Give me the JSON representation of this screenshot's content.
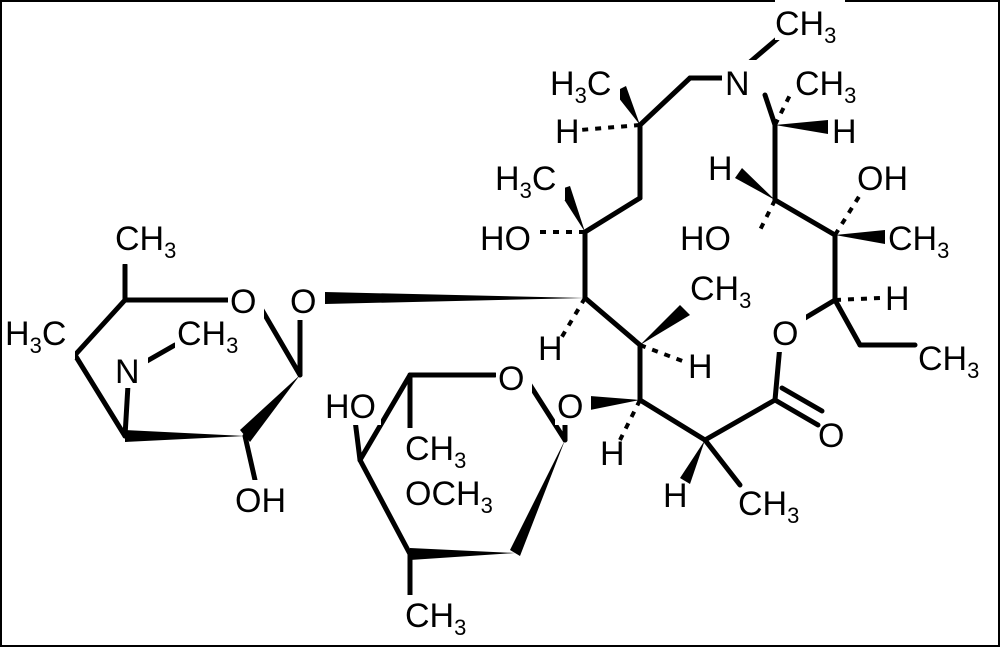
{
  "labels": {
    "ch3_top": [
      "CH",
      "3"
    ],
    "n_ring": "N",
    "ch3_n_right": [
      "CH",
      "3"
    ],
    "h3c_top_left": [
      "H",
      "3",
      "C"
    ],
    "h_top_left": "H",
    "h_top_right": "H",
    "h3c_mid": [
      "H",
      "3",
      "C"
    ],
    "ho_mid": "HO",
    "h_right_upper": "H",
    "oh_right": "OH",
    "ho_right": "HO",
    "ch3_right": [
      "CH",
      "3"
    ],
    "ch3_center": [
      "CH",
      "3"
    ],
    "h_center_right": "H",
    "o_lactone": "O",
    "h_ring_right": "H",
    "ch3_ethyl": [
      "CH",
      "3"
    ],
    "o_carbonyl": "O",
    "h_ring_left": "H",
    "h_lower": "H",
    "ch3_lower": [
      "CH",
      "3"
    ],
    "o_glyco_left": "O",
    "o_glyco_right": "O",
    "ch3_sugar_left_top": [
      "CH",
      "3"
    ],
    "o_sugar_left_ring": "O",
    "h3c_sugar_left": [
      "H",
      "3",
      "C"
    ],
    "n_sugar_left": "N",
    "ch3_sugar_left_n": [
      "CH",
      "3"
    ],
    "oh_sugar_left": "OH",
    "ho_sugar_right": "HO",
    "o_sugar_right_ring": "O",
    "ch3_sugar_right": [
      "CH",
      "3"
    ],
    "och3_sugar_right": [
      "OCH",
      "3"
    ],
    "ch3_sugar_right_bottom": [
      "CH",
      "3"
    ],
    "h_sugar_right": "H"
  }
}
